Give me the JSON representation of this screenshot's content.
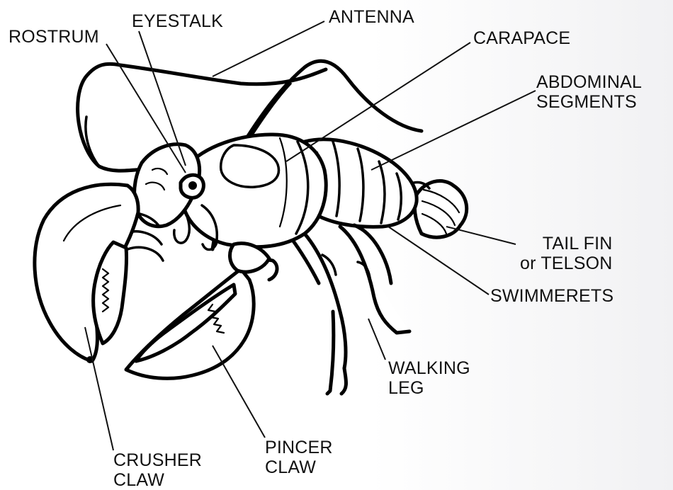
{
  "labels": {
    "rostrum": "ROSTRUM",
    "eyestalk": "EYESTALK",
    "antenna": "ANTENNA",
    "carapace": "CARAPACE",
    "abdominal_line1": "ABDOMINAL",
    "abdominal_line2": "SEGMENTS",
    "tail_line1": "TAIL FIN",
    "tail_line2": "or TELSON",
    "swimmerets": "SWIMMERETS",
    "walking_line1": "WALKING",
    "walking_line2": "LEG",
    "pincer_line1": "PINCER",
    "pincer_line2": "CLAW",
    "crusher_line1": "CRUSHER",
    "crusher_line2": "CLAW"
  }
}
